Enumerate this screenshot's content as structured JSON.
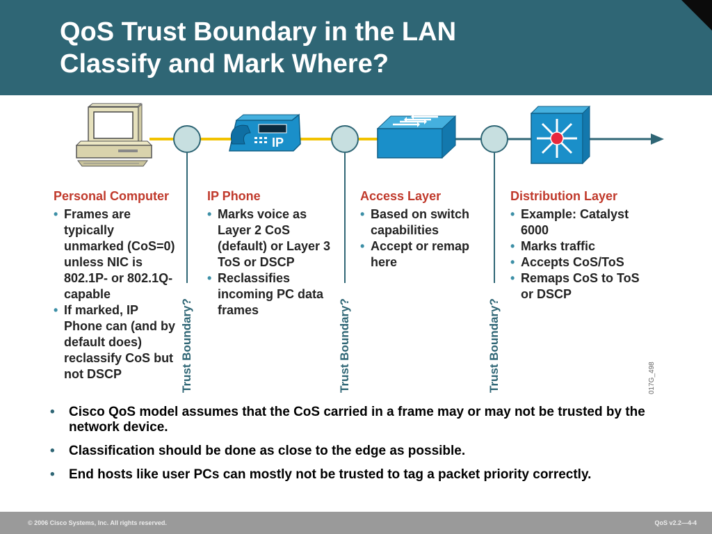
{
  "header": {
    "title_line1": "QoS Trust Boundary in the LAN",
    "title_line2": "Classify and Mark Where?"
  },
  "diagram": {
    "devices": [
      {
        "name": "Personal Computer",
        "icon": "pc-icon"
      },
      {
        "name": "IP Phone",
        "icon": "ip-phone-icon",
        "label": "IP"
      },
      {
        "name": "Access Layer",
        "icon": "switch-icon"
      },
      {
        "name": "Distribution Layer",
        "icon": "multilayer-switch-icon"
      }
    ],
    "columns": [
      {
        "heading": "Personal Computer",
        "bullets": [
          "Frames are typically unmarked (CoS=0) unless NIC is 802.1P- or 802.1Q-capable",
          "If marked, IP Phone can (and by default does) reclassify CoS but not DSCP"
        ]
      },
      {
        "heading": "IP Phone",
        "bullets": [
          "Marks voice as Layer 2 CoS (default) or Layer 3 ToS or DSCP",
          "Reclassifies incoming PC data frames"
        ]
      },
      {
        "heading": "Access Layer",
        "bullets": [
          "Based on switch capabilities",
          "Accept or remap here"
        ]
      },
      {
        "heading": "Distribution Layer",
        "bullets": [
          "Example: Catalyst 6000",
          "Marks traffic",
          "Accepts CoS/ToS",
          "Remaps CoS to ToS or DSCP"
        ]
      }
    ],
    "trust_label": "Trust Boundary?",
    "figure_id": "017G_498",
    "colors": {
      "line_yellow": "#f2c200",
      "line_teal": "#2f6675",
      "device_blue": "#1a8fc9",
      "heading_red": "#c0392b",
      "boundary_circle": "#c7dfe0"
    }
  },
  "bullets": [
    "Cisco QoS model assumes that the CoS carried in a frame may or may not be trusted by the network device.",
    "Classification should be done as close to the edge as possible.",
    "End hosts like user PCs can mostly not be trusted to tag a packet priority correctly."
  ],
  "footer": {
    "copyright": "© 2006 Cisco Systems, Inc. All rights reserved.",
    "slide": "QoS v2.2—4-4"
  }
}
